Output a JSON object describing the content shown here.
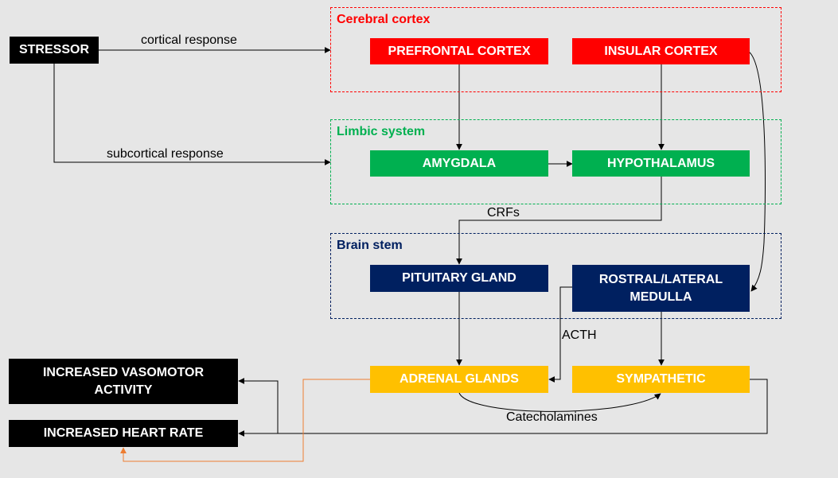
{
  "groups": {
    "cortex": {
      "title": "Cerebral cortex",
      "color": "#ff0000"
    },
    "limbic": {
      "title": "Limbic system",
      "color": "#00b050"
    },
    "stem": {
      "title": "Brain stem",
      "color": "#002060"
    }
  },
  "nodes": {
    "stressor": "STRESSOR",
    "prefrontal": "PREFRONTAL CORTEX",
    "insular": "INSULAR CORTEX",
    "amygdala": "AMYGDALA",
    "hypothalamus": "HYPOTHALAMUS",
    "pituitary": "PITUITARY GLAND",
    "medulla": "ROSTRAL/LATERAL MEDULLA",
    "adrenal": "ADRENAL GLANDS",
    "sympathetic": "SYMPATHETIC",
    "vasomotor": "INCREASED VASOMOTOR ACTIVITY",
    "heart_rate": "INCREASED HEART RATE"
  },
  "edge_labels": {
    "cortical": "cortical response",
    "subcortical": "subcortical response",
    "crfs": "CRFs",
    "acth": "ACTH",
    "catecholamines": "Catecholamines"
  },
  "colors": {
    "background": "#e6e6e6",
    "arrow": "#000000",
    "adrenal_arrow": "#ed7d31"
  }
}
